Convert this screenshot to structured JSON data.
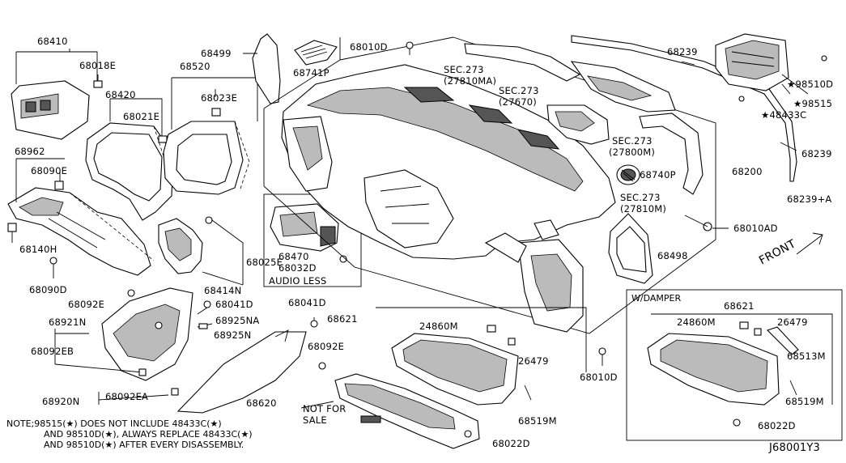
{
  "diagram_id": "J68001Y3",
  "labels": {
    "p68410": "68410",
    "p68018E": "68018E",
    "p68420": "68420",
    "p68021E": "68021E",
    "p68962": "68962",
    "p68090E": "68090E",
    "p68140H": "68140H",
    "p68090D": "68090D",
    "p68499": "68499",
    "p68520": "68520",
    "p68023E": "68023E",
    "p68741P": "68741P",
    "p68010D": "68010D",
    "sec273_27810MA": "SEC.273",
    "sec273_27810MA_sub": "(27810MA)",
    "sec273_27670": "SEC.273",
    "sec273_27670_sub": "(27670)",
    "sec273_27800M": "SEC.273",
    "sec273_27800M_sub": "(27800M)",
    "sec273_27810M": "SEC.273",
    "sec273_27810M_sub": "(27810M)",
    "p68239a": "68239",
    "p98510D": "98510D",
    "p98515": "98515",
    "p48433C": "48433C",
    "p68239b": "68239",
    "p68239A": "68239+A",
    "p68740P": "68740P",
    "p68200": "68200",
    "p68010AD": "68010AD",
    "p68498": "68498",
    "p68470": "68470",
    "p68032D": "68032D",
    "p68025E": "68025E",
    "p68414N": "68414N",
    "p68092E_a": "68092E",
    "p68041D_a": "68041D",
    "p68041D_b": "68041D",
    "p68921N": "68921N",
    "p68925NA": "68925NA",
    "p68925N": "68925N",
    "p68092EB": "68092EB",
    "p68092E_b": "68092E",
    "p68621a": "68621",
    "p24860Ma": "24860M",
    "p26479a": "26479",
    "p68010D_b": "68010D",
    "p68920N": "68920N",
    "p68092EA": "68092EA",
    "p68620": "68620",
    "p68519Ma": "68519M",
    "p68022Da": "68022D",
    "p68621b": "68621",
    "p24860Mb": "24860M",
    "p26479b": "26479",
    "p68513M": "68513M",
    "p68519Mb": "68519M",
    "p68022Db": "68022D"
  },
  "audio_less": "AUDIO LESS",
  "w_damper": "W/DAMPER",
  "front": "FRONT",
  "not_for_sale_1": "NOT FOR",
  "not_for_sale_2": "SALE",
  "notes": [
    "NOTE;98515(★) DOES NOT INCLUDE 48433C(★)",
    "AND 98510D(★), ALWAYS REPLACE 48433C(★)",
    "AND 98510D(★) AFTER EVERY DISASSEMBLY."
  ],
  "star": "★"
}
